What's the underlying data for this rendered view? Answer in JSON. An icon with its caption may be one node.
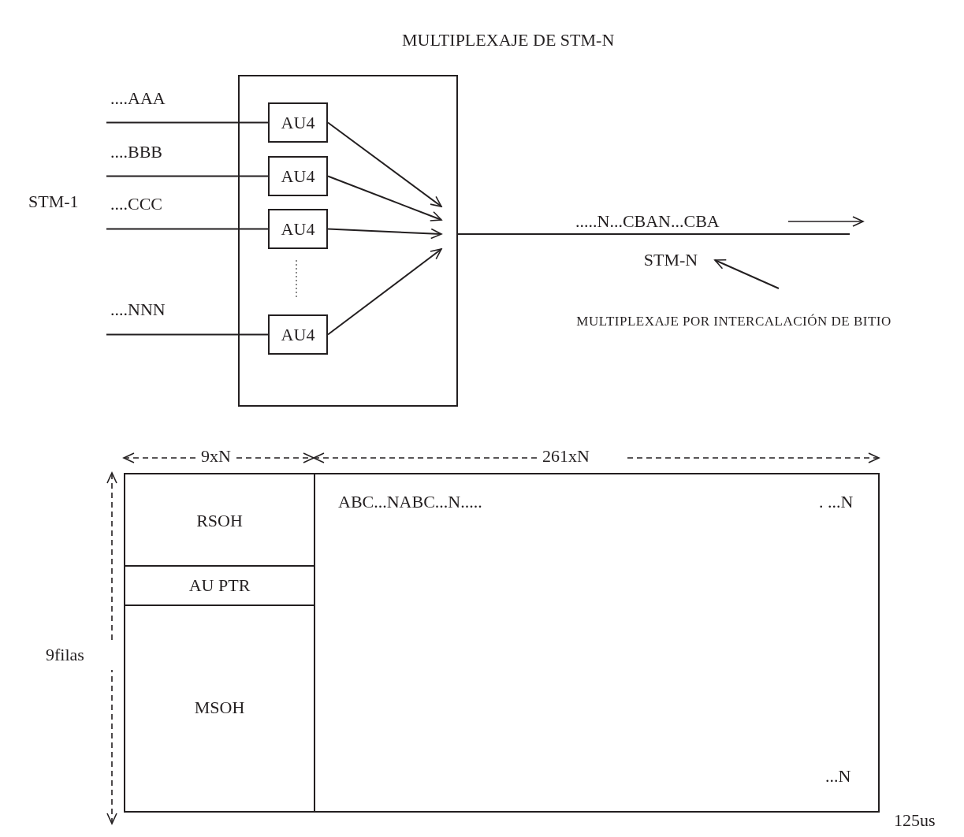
{
  "diagram": {
    "title": "MULTIPLEXAJE DE STM-N",
    "nodes": [
      {
        "text": [],
        "shape": "box"
      },
      {
        "text": [
          "AU4"
        ],
        "in": 0
      },
      {
        "text": [
          "AU4"
        ],
        "in": 0
      },
      {
        "text": [
          "AU4"
        ],
        "in": 0
      },
      {
        "text": [
          "AU4"
        ],
        "in": 0
      },
      {
        "text": [
          "STM-N"
        ]
      },
      {
        "text": [
          "MULTIPLEXAJE POR INTERCALACIÓN DE BITIO"
        ]
      },
      {
        "text": [],
        "shape": "box"
      },
      {
        "text": [
          "RSOH"
        ],
        "in": 7
      },
      {
        "text": [
          "AU PTR"
        ],
        "in": 7
      },
      {
        "text": [
          "MSOH"
        ],
        "in": 7
      },
      {
        "text": [
          "ABC...NABC...N.....",
          ". ...N",
          "...N"
        ],
        "in": 7
      }
    ],
    "edges": [
      {
        "from": null,
        "to": 1,
        "arrow": "none"
      },
      {
        "from": null,
        "to": 2,
        "arrow": "none"
      },
      {
        "from": null,
        "to": 3,
        "arrow": "none"
      },
      {
        "from": null,
        "to": 4,
        "arrow": "none"
      },
      {
        "from": 1,
        "to": null,
        "arrow": "to"
      },
      {
        "from": 2,
        "to": null,
        "arrow": "to"
      },
      {
        "from": 3,
        "to": null,
        "arrow": "to"
      },
      {
        "from": 4,
        "to": null,
        "arrow": "to"
      },
      {
        "from": 0,
        "to": null,
        "arrow": "none"
      },
      {
        "from": 6,
        "to": 5,
        "arrow": "to"
      }
    ],
    "labels": [
      "....AAA",
      "....BBB",
      "STM-1",
      "....CCC",
      "....NNN",
      ".....N...CBAN...CBA",
      "9xN",
      "261xN",
      "9filas",
      "125us"
    ]
  }
}
